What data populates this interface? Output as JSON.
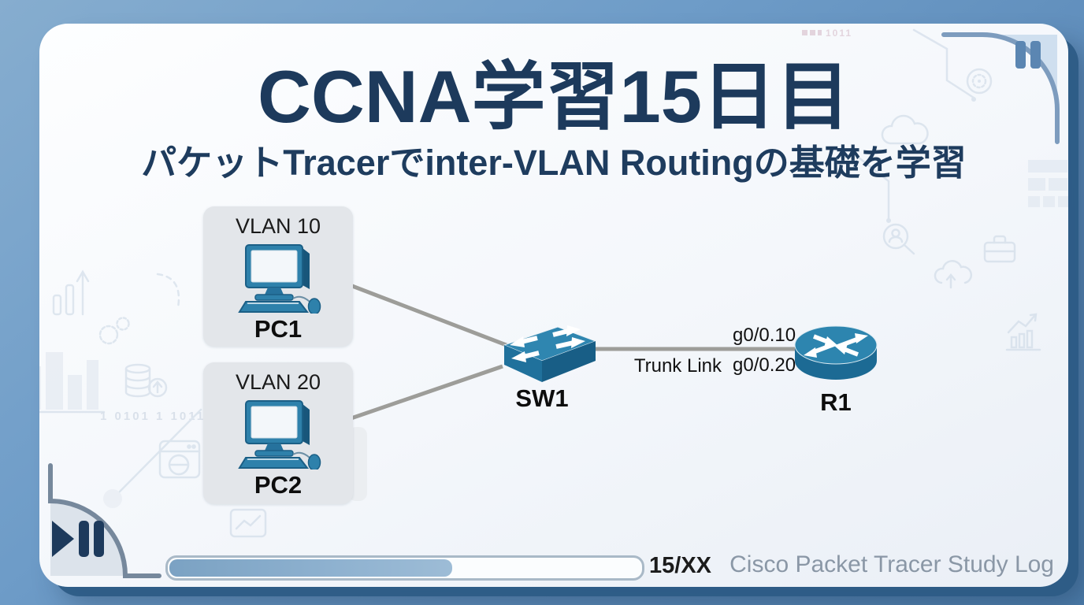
{
  "header": {
    "title": "CCNA学習15日目",
    "subtitle": "パケットTracerでinter-VLAN Routingの基礎を学習"
  },
  "topology": {
    "pcs": [
      {
        "vlan": "VLAN 10",
        "name": "PC1"
      },
      {
        "vlan": "VLAN 20",
        "name": "PC2"
      }
    ],
    "switch_name": "SW1",
    "router_name": "R1",
    "router_subif_top": "g0/0.10",
    "router_subif_bottom": "g0/0.20",
    "link_label": "Trunk Link"
  },
  "footer": {
    "progress_percent": 60,
    "counter": "15/XX",
    "watermark": "Cisco Packet Tracer Study Log"
  },
  "decor": {
    "binary_left": "1 0101 1 1011",
    "binary_top_right": "1011",
    "icons": [
      "bar-chart",
      "gears",
      "database",
      "browser-window",
      "cloud",
      "compass",
      "user-search",
      "briefcase",
      "cloud-upload",
      "data-grid",
      "line-chart",
      "circuit-lines"
    ]
  },
  "controls": {
    "top_right": "pause",
    "bottom_left": "play-pause"
  },
  "colors": {
    "frame_blue": "#6e9cc8",
    "card_bg": "#f4f7fb",
    "title_navy": "#1d3a5c",
    "device_teal": "#2e81ab",
    "line_gray": "#9d9d99",
    "progress_fill": "#85aac9",
    "watermark_gray": "#8a97a6"
  }
}
